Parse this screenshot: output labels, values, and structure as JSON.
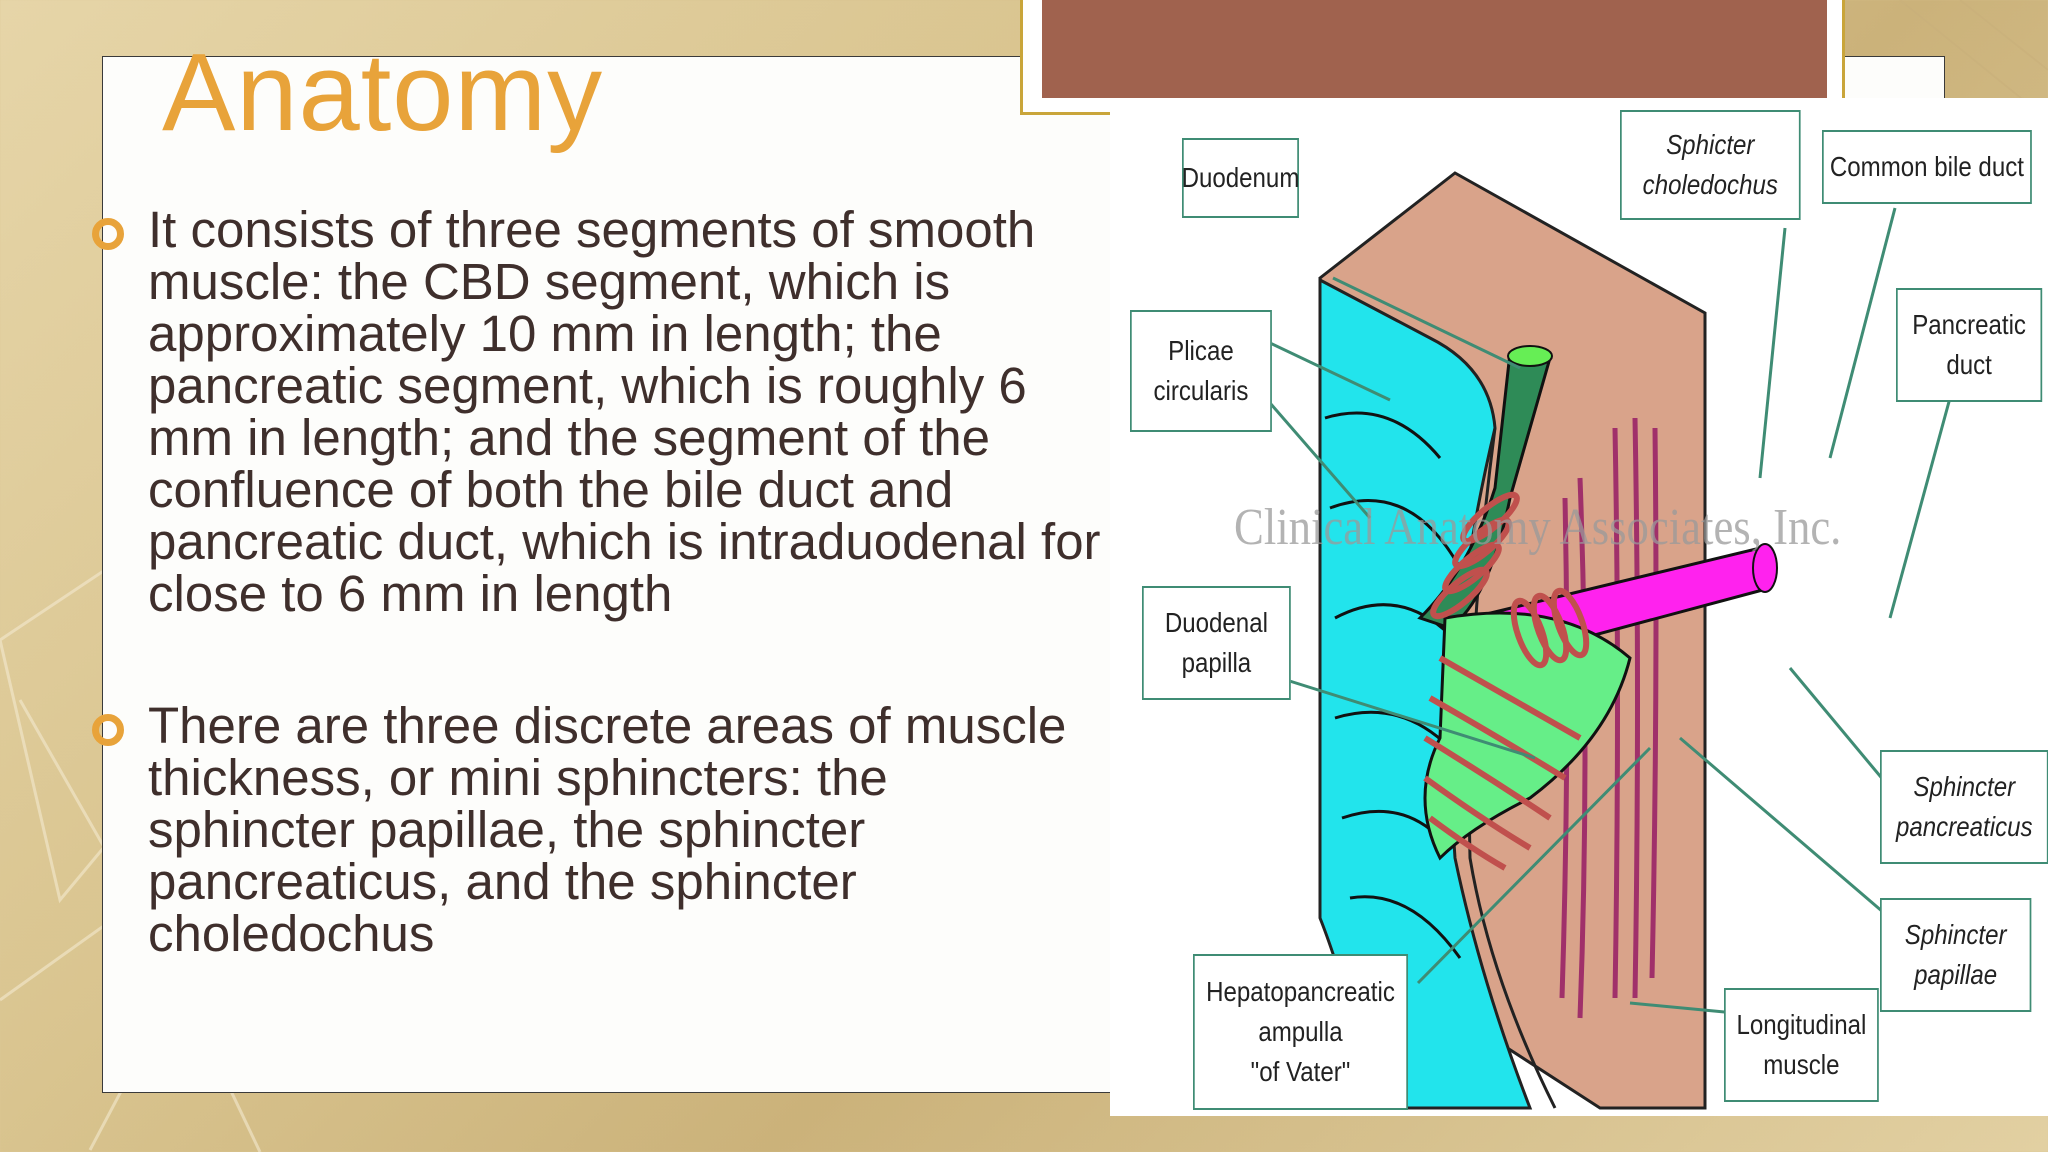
{
  "slide": {
    "title": "Anatomy",
    "bullets": [
      "It consists of three segments of smooth muscle: the CBD segment, which is approximately 10 mm in length; the pancreatic segment, which is roughly 6 mm in length; and the segment of the confluence of both the bile duct and pancreatic duct, which is intraduodenal for close to 6 mm in length",
      " There are three discrete areas of muscle thickness, or mini sphincters: the sphincter papillae, the sphincter pancreaticus, and the sphincter choledochus"
    ]
  },
  "figure": {
    "watermark": "Clinical Anatomy Associates, Inc.",
    "labels": {
      "duodenum": "Duodenum",
      "sphicter_choledochus": "Sphicter\ncholedochus",
      "common_bile_duct": "Common bile duct",
      "plicae_circularis": "Plicae\ncircularis",
      "pancreatic_duct": "Pancreatic\nduct",
      "duodenal_papilla": "Duodenal\npapilla",
      "sphincter_pancreaticus": "Sphincter\npancreaticus",
      "sphincter_papillae": "Sphincter\npapillae",
      "hepatopancreatic_ampulla": "Hepatopancreatic\nampulla\n\"of Vater\"",
      "longitudinal_muscle": "Longitudinal\nmuscle"
    },
    "colors": {
      "mucosa": "#22e4ec",
      "wall": "#d9a38a",
      "common_bile_duct": "#2e8b57",
      "pancreatic_duct": "#ff22ee",
      "ampulla": "#66ee88",
      "sphincter_muscle": "#c0504d",
      "longitudinal_muscle": "#a0306a"
    }
  },
  "theme": {
    "title_color": "#e8a33a",
    "accent_bar": "#a0624e"
  }
}
